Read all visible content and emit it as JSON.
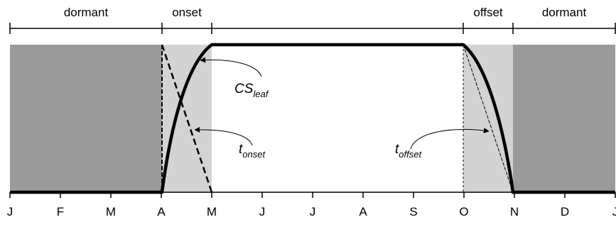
{
  "phases": {
    "dormant_left": "dormant",
    "onset": "onset",
    "offset": "offset",
    "dormant_right": "dormant"
  },
  "months": [
    "J",
    "F",
    "M",
    "A",
    "M",
    "J",
    "J",
    "A",
    "S",
    "O",
    "N",
    "D",
    "J"
  ],
  "annotations": {
    "cs_leaf": {
      "main": "CS",
      "sub": "leaf"
    },
    "t_onset": {
      "main": "t",
      "sub": "onset"
    },
    "t_offset": {
      "main": "t",
      "sub": "offset"
    }
  },
  "colors": {
    "dormant_fill": "#9a9a9a",
    "transition_fill": "#d3d3d3",
    "curve": "#000000"
  }
}
